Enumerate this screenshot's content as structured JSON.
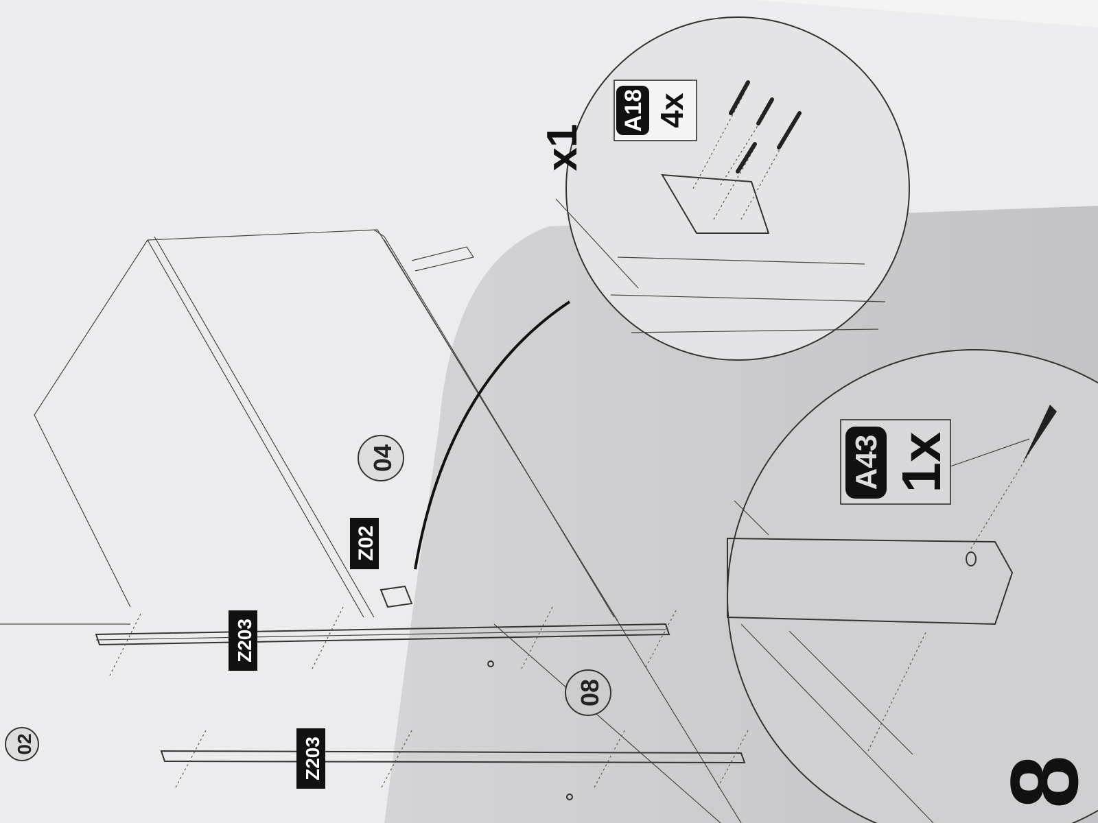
{
  "step_markers": {
    "top_left": "02",
    "center": "04",
    "lower": "08",
    "big_step": "8"
  },
  "part_labels": {
    "rail_1": "Z203",
    "rail_2": "Z203",
    "bracket": "Z02"
  },
  "detail_top": {
    "multiplier": "x1",
    "part": "A18",
    "quantity": "4x"
  },
  "detail_bottom": {
    "part": "A43",
    "quantity": "1x"
  },
  "colors": {
    "paper": "#eeeef0",
    "shadow": "#c8c8ca",
    "label_bg": "#111111",
    "ink": "#222222"
  }
}
